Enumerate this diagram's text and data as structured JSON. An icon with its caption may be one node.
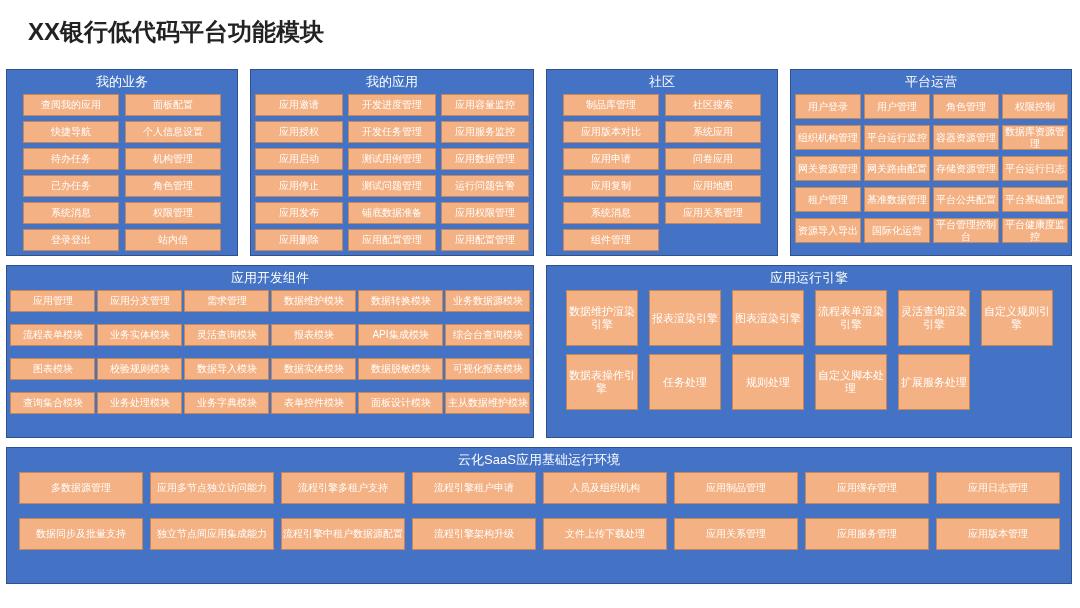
{
  "diagram": {
    "title": "XX银行低代码平台功能模块",
    "nodes": [
      {
        "text": [
          "我的业务"
        ]
      },
      {
        "text": [
          "查阅我的应用"
        ],
        "in": 0
      },
      {
        "text": [
          "面板配置"
        ],
        "in": 0
      },
      {
        "text": [
          "快捷导航"
        ],
        "in": 0
      },
      {
        "text": [
          "个人信息设置"
        ],
        "in": 0
      },
      {
        "text": [
          "待办任务"
        ],
        "in": 0
      },
      {
        "text": [
          "机构管理"
        ],
        "in": 0
      },
      {
        "text": [
          "已办任务"
        ],
        "in": 0
      },
      {
        "text": [
          "角色管理"
        ],
        "in": 0
      },
      {
        "text": [
          "系统消息"
        ],
        "in": 0
      },
      {
        "text": [
          "权限管理"
        ],
        "in": 0
      },
      {
        "text": [
          "登录登出"
        ],
        "in": 0
      },
      {
        "text": [
          "站内信"
        ],
        "in": 0
      },
      {
        "text": [
          "我的应用"
        ]
      },
      {
        "text": [
          "应用邀请"
        ],
        "in": 13
      },
      {
        "text": [
          "开发进度管理"
        ],
        "in": 13
      },
      {
        "text": [
          "应用容量监控"
        ],
        "in": 13
      },
      {
        "text": [
          "应用授权"
        ],
        "in": 13
      },
      {
        "text": [
          "开发任务管理"
        ],
        "in": 13
      },
      {
        "text": [
          "应用服务监控"
        ],
        "in": 13
      },
      {
        "text": [
          "应用启动"
        ],
        "in": 13
      },
      {
        "text": [
          "测试用例管理"
        ],
        "in": 13
      },
      {
        "text": [
          "应用数据管理"
        ],
        "in": 13
      },
      {
        "text": [
          "应用停止"
        ],
        "in": 13
      },
      {
        "text": [
          "测试问题管理"
        ],
        "in": 13
      },
      {
        "text": [
          "运行问题告警"
        ],
        "in": 13
      },
      {
        "text": [
          "应用发布"
        ],
        "in": 13
      },
      {
        "text": [
          "铺底数据准备"
        ],
        "in": 13
      },
      {
        "text": [
          "应用权限管理"
        ],
        "in": 13
      },
      {
        "text": [
          "应用删除"
        ],
        "in": 13
      },
      {
        "text": [
          "应用配置管理"
        ],
        "in": 13
      },
      {
        "text": [
          "应用配置管理"
        ],
        "in": 13
      },
      {
        "text": [
          "社区"
        ]
      },
      {
        "text": [
          "制品库管理"
        ],
        "in": 32
      },
      {
        "text": [
          "社区搜索"
        ],
        "in": 32
      },
      {
        "text": [
          "应用版本对比"
        ],
        "in": 32
      },
      {
        "text": [
          "系统应用"
        ],
        "in": 32
      },
      {
        "text": [
          "应用申请"
        ],
        "in": 32
      },
      {
        "text": [
          "问卷应用"
        ],
        "in": 32
      },
      {
        "text": [
          "应用复制"
        ],
        "in": 32
      },
      {
        "text": [
          "应用地图"
        ],
        "in": 32
      },
      {
        "text": [
          "系统消息"
        ],
        "in": 32
      },
      {
        "text": [
          "应用关系管理"
        ],
        "in": 32
      },
      {
        "text": [
          "组件管理"
        ],
        "in": 32
      },
      {
        "text": [
          "平台运营"
        ]
      },
      {
        "text": [
          "用户登录"
        ],
        "in": 44
      },
      {
        "text": [
          "用户管理"
        ],
        "in": 44
      },
      {
        "text": [
          "角色管理"
        ],
        "in": 44
      },
      {
        "text": [
          "权限控制"
        ],
        "in": 44
      },
      {
        "text": [
          "组织机构管理"
        ],
        "in": 44
      },
      {
        "text": [
          "平台运行监控"
        ],
        "in": 44
      },
      {
        "text": [
          "容器资源管理"
        ],
        "in": 44
      },
      {
        "text": [
          "数据库资源管理"
        ],
        "in": 44
      },
      {
        "text": [
          "网关资源管理"
        ],
        "in": 44
      },
      {
        "text": [
          "网关路由配置"
        ],
        "in": 44
      },
      {
        "text": [
          "存储资源管理"
        ],
        "in": 44
      },
      {
        "text": [
          "平台运行日志"
        ],
        "in": 44
      },
      {
        "text": [
          "租户管理"
        ],
        "in": 44
      },
      {
        "text": [
          "基准数据管理"
        ],
        "in": 44
      },
      {
        "text": [
          "平台公共配置"
        ],
        "in": 44
      },
      {
        "text": [
          "平台基础配置"
        ],
        "in": 44
      },
      {
        "text": [
          "资源导入导出"
        ],
        "in": 44
      },
      {
        "text": [
          "国际化运营"
        ],
        "in": 44
      },
      {
        "text": [
          "平台管理控制台"
        ],
        "in": 44
      },
      {
        "text": [
          "平台健康度监控"
        ],
        "in": 44
      },
      {
        "text": [
          "应用开发组件"
        ]
      },
      {
        "text": [
          "应用管理"
        ],
        "in": 65
      },
      {
        "text": [
          "应用分支管理"
        ],
        "in": 65
      },
      {
        "text": [
          "需求管理"
        ],
        "in": 65
      },
      {
        "text": [
          "数据维护模块"
        ],
        "in": 65
      },
      {
        "text": [
          "数据转换模块"
        ],
        "in": 65
      },
      {
        "text": [
          "业务数据源模块"
        ],
        "in": 65
      },
      {
        "text": [
          "流程表单模块"
        ],
        "in": 65
      },
      {
        "text": [
          "业务实体模块"
        ],
        "in": 65
      },
      {
        "text": [
          "灵活查询模块"
        ],
        "in": 65
      },
      {
        "text": [
          "报表模块"
        ],
        "in": 65
      },
      {
        "text": [
          "API集成模块"
        ],
        "in": 65
      },
      {
        "text": [
          "综合台查询模块"
        ],
        "in": 65
      },
      {
        "text": [
          "图表模块"
        ],
        "in": 65
      },
      {
        "text": [
          "校验规则模块"
        ],
        "in": 65
      },
      {
        "text": [
          "数据导入模块"
        ],
        "in": 65
      },
      {
        "text": [
          "数据实体模块"
        ],
        "in": 65
      },
      {
        "text": [
          "数据脱敏模块"
        ],
        "in": 65
      },
      {
        "text": [
          "可视化报表模块"
        ],
        "in": 65
      },
      {
        "text": [
          "查询集合模块"
        ],
        "in": 65
      },
      {
        "text": [
          "业务处理模块"
        ],
        "in": 65
      },
      {
        "text": [
          "业务字典模块"
        ],
        "in": 65
      },
      {
        "text": [
          "表单控件模块"
        ],
        "in": 65
      },
      {
        "text": [
          "面板设计模块"
        ],
        "in": 65
      },
      {
        "text": [
          "主从数据维护模块"
        ],
        "in": 65
      },
      {
        "text": [
          "应用运行引擎"
        ]
      },
      {
        "text": [
          "数据维护渲染引擎"
        ],
        "in": 90
      },
      {
        "text": [
          "报表渲染引擎"
        ],
        "in": 90
      },
      {
        "text": [
          "图表渲染引擎"
        ],
        "in": 90
      },
      {
        "text": [
          "流程表单渲染引擎"
        ],
        "in": 90
      },
      {
        "text": [
          "灵活查询渲染引擎"
        ],
        "in": 90
      },
      {
        "text": [
          "自定义规则引擎"
        ],
        "in": 90
      },
      {
        "text": [
          "数据表操作引擎"
        ],
        "in": 90
      },
      {
        "text": [
          "任务处理"
        ],
        "in": 90
      },
      {
        "text": [
          "规则处理"
        ],
        "in": 90
      },
      {
        "text": [
          "自定义脚本处理"
        ],
        "in": 90
      },
      {
        "text": [
          "扩展服务处理"
        ],
        "in": 90
      },
      {
        "text": [
          "云化SaaS应用基础运行环境"
        ]
      },
      {
        "text": [
          "多数据源管理"
        ],
        "in": 102
      },
      {
        "text": [
          "应用多节点独立访问能力"
        ],
        "in": 102
      },
      {
        "text": [
          "流程引擎多租户支持"
        ],
        "in": 102
      },
      {
        "text": [
          "流程引擎租户申请"
        ],
        "in": 102
      },
      {
        "text": [
          "人员及组织机构"
        ],
        "in": 102
      },
      {
        "text": [
          "应用制品管理"
        ],
        "in": 102
      },
      {
        "text": [
          "应用缓存管理"
        ],
        "in": 102
      },
      {
        "text": [
          "应用日志管理"
        ],
        "in": 102
      },
      {
        "text": [
          "数据同步及批量支持"
        ],
        "in": 102
      },
      {
        "text": [
          "独立节点间应用集成能力"
        ],
        "in": 102
      },
      {
        "text": [
          "流程引擎中租户数据源配置"
        ],
        "in": 102
      },
      {
        "text": [
          "流程引擎架构升级"
        ],
        "in": 102
      },
      {
        "text": [
          "文件上传下载处理"
        ],
        "in": 102
      },
      {
        "text": [
          "应用关系管理"
        ],
        "in": 102
      },
      {
        "text": [
          "应用服务管理"
        ],
        "in": 102
      },
      {
        "text": [
          "应用版本管理"
        ],
        "in": 102
      }
    ]
  }
}
